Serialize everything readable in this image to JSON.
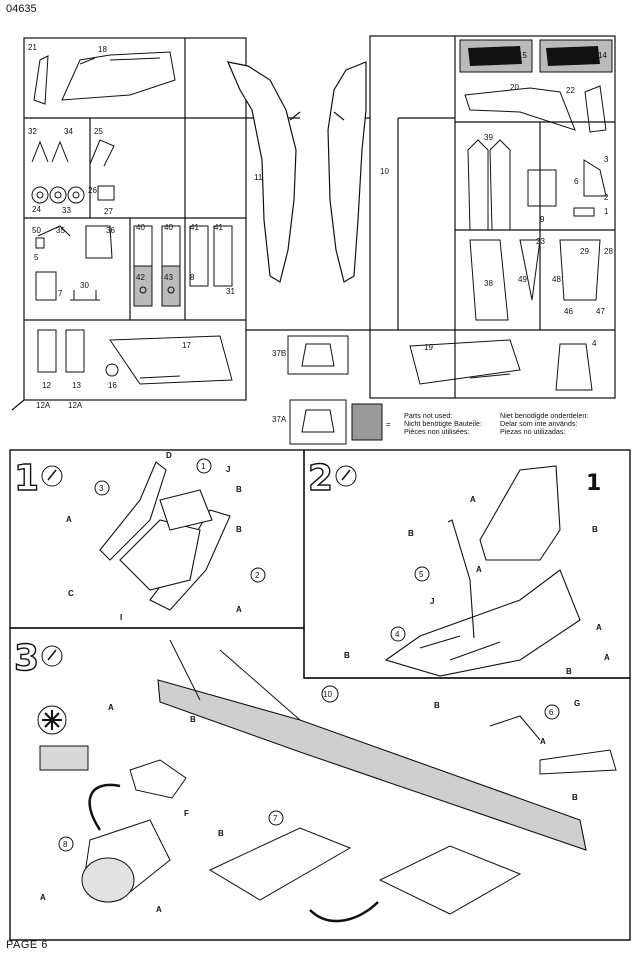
{
  "header": {
    "code": "04635"
  },
  "footer": {
    "page": "PAGE 6"
  },
  "sprue": {
    "parts": [
      "21",
      "18",
      "15",
      "14",
      "20",
      "22",
      "32",
      "34",
      "25",
      "11",
      "10",
      "39",
      "3",
      "6",
      "2",
      "26",
      "24",
      "33",
      "27",
      "9",
      "1",
      "50",
      "35",
      "36",
      "40",
      "40",
      "41",
      "41",
      "23",
      "29",
      "28",
      "5",
      "42",
      "43",
      "8",
      "31",
      "49",
      "48",
      "7",
      "30",
      "38",
      "46",
      "47",
      "4",
      "12",
      "13",
      "12A",
      "12A",
      "17",
      "16",
      "37B",
      "19",
      "37A"
    ]
  },
  "legend": {
    "col1": [
      "Parts not used:",
      "Nicht benötigte Bauteile:",
      "Pièces non utilisées:"
    ],
    "col2": [
      "Niet benodigde onderdelen:",
      "Delar som inte används:",
      "Piezas no utilizadas:"
    ],
    "equals": "="
  },
  "step1": {
    "number": "1",
    "callouts": [
      "1",
      "2",
      "3"
    ],
    "tags": [
      "D",
      "J",
      "B",
      "A",
      "C",
      "I",
      "B",
      "A"
    ]
  },
  "step2": {
    "number": "2",
    "big_part": "1",
    "callouts": [
      "4",
      "5"
    ],
    "tags": [
      "A",
      "B",
      "B",
      "A",
      "J",
      "A",
      "B",
      "B",
      "A"
    ]
  },
  "step3": {
    "number": "3",
    "callouts": [
      "6",
      "7",
      "8",
      "10"
    ],
    "tags": [
      "A",
      "B",
      "G",
      "A",
      "B",
      "B",
      "B",
      "A",
      "A",
      "F"
    ]
  }
}
